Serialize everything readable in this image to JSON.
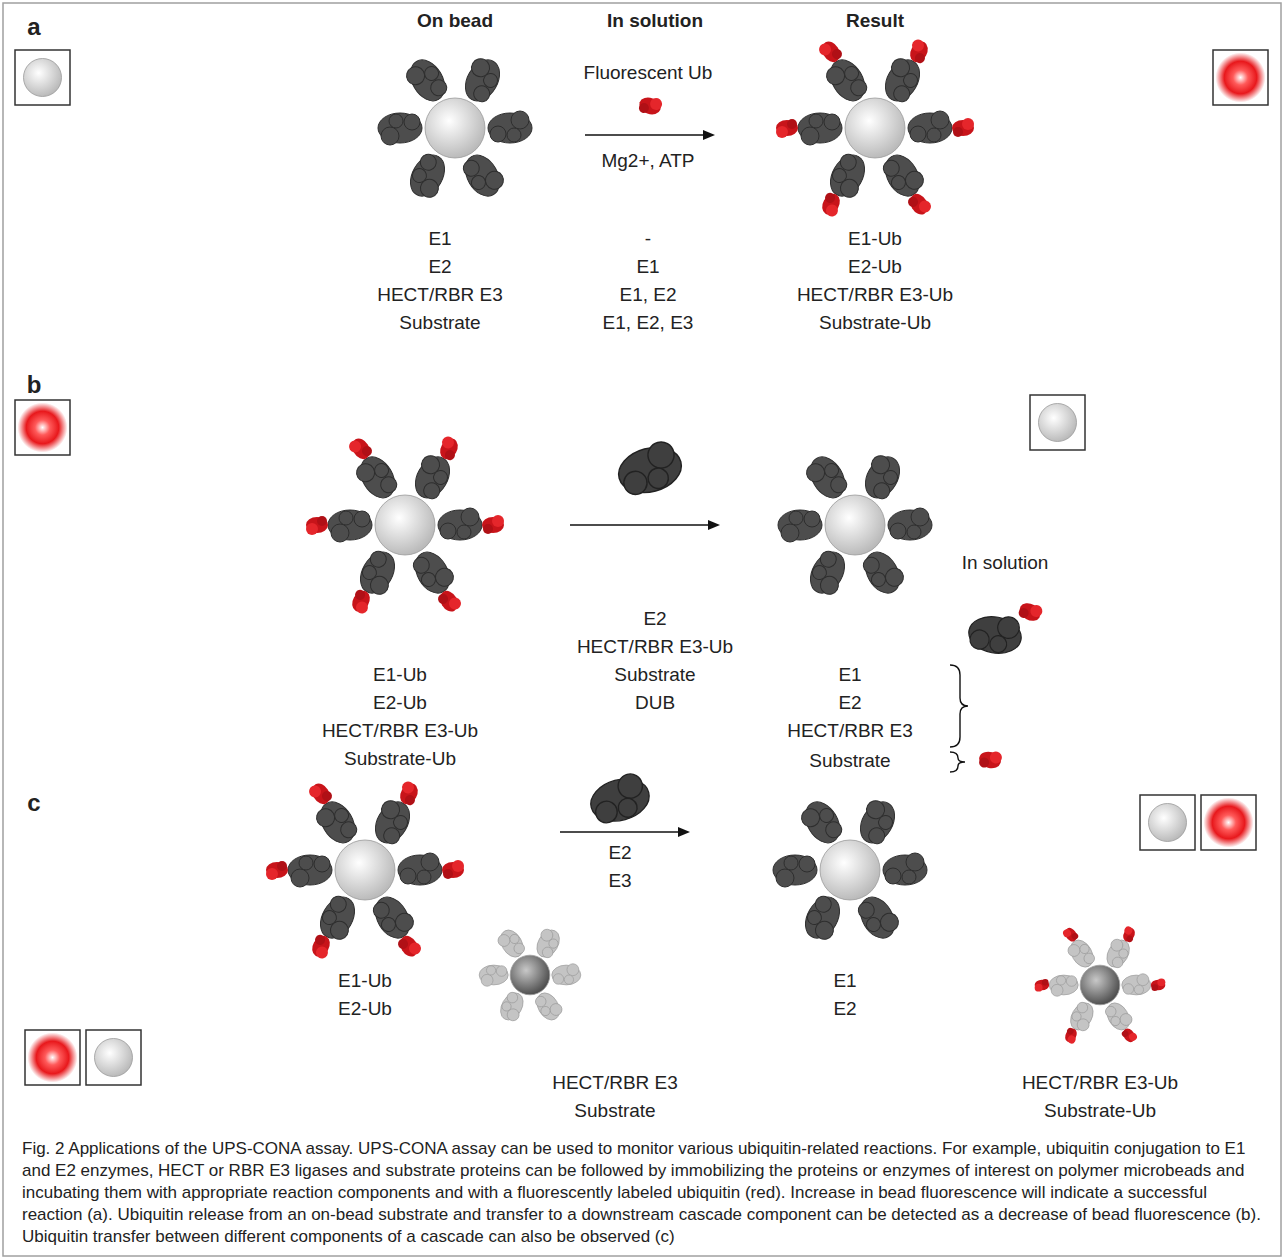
{
  "diagram": {
    "caption": "Fig. 2 Applications of the UPS-CONA assay. UPS-CONA assay can be used to monitor various ubiquitin-related reactions. For example, ubiquitin conjugation to E1 and E2 enzymes, HECT or RBR E3 ligases and substrate proteins can be followed by immobilizing the proteins or enzymes of interest on polymer microbeads and incubating them with appropriate reaction components and with a fluorescently labeled ubiquitin (red). Increase in bead fluorescence will indicate a successful reaction (a). Ubiquitin release from an on-bead substrate and transfer to a downstream cascade component can be detected as a decrease of bead fluorescence (b). Ubiquitin transfer between different components of a cascade can also be observed (c)",
    "labels": [
      "a",
      "On bead",
      "In solution",
      "Result",
      "Fluorescent Ub",
      "Mg2+, ATP",
      "E1",
      "E2",
      "HECT/RBR E3",
      "Substrate",
      "-",
      "E1",
      "E1, E2",
      "E1, E2, E3",
      "E1-Ub",
      "E2-Ub",
      "HECT/RBR E3-Ub",
      "Substrate-Ub",
      "b",
      "E1-Ub",
      "E2-Ub",
      "HECT/RBR E3-Ub",
      "Substrate-Ub",
      "E2",
      "HECT/RBR E3-Ub",
      "Substrate",
      "DUB",
      "In solution",
      "E1",
      "E2",
      "HECT/RBR E3",
      "Substrate",
      "c",
      "E1-Ub",
      "E2-Ub",
      "E2",
      "E3",
      "HECT/RBR E3",
      "Substrate",
      "E1",
      "E2",
      "HECT/RBR E3-Ub",
      "Substrate-Ub"
    ]
  }
}
